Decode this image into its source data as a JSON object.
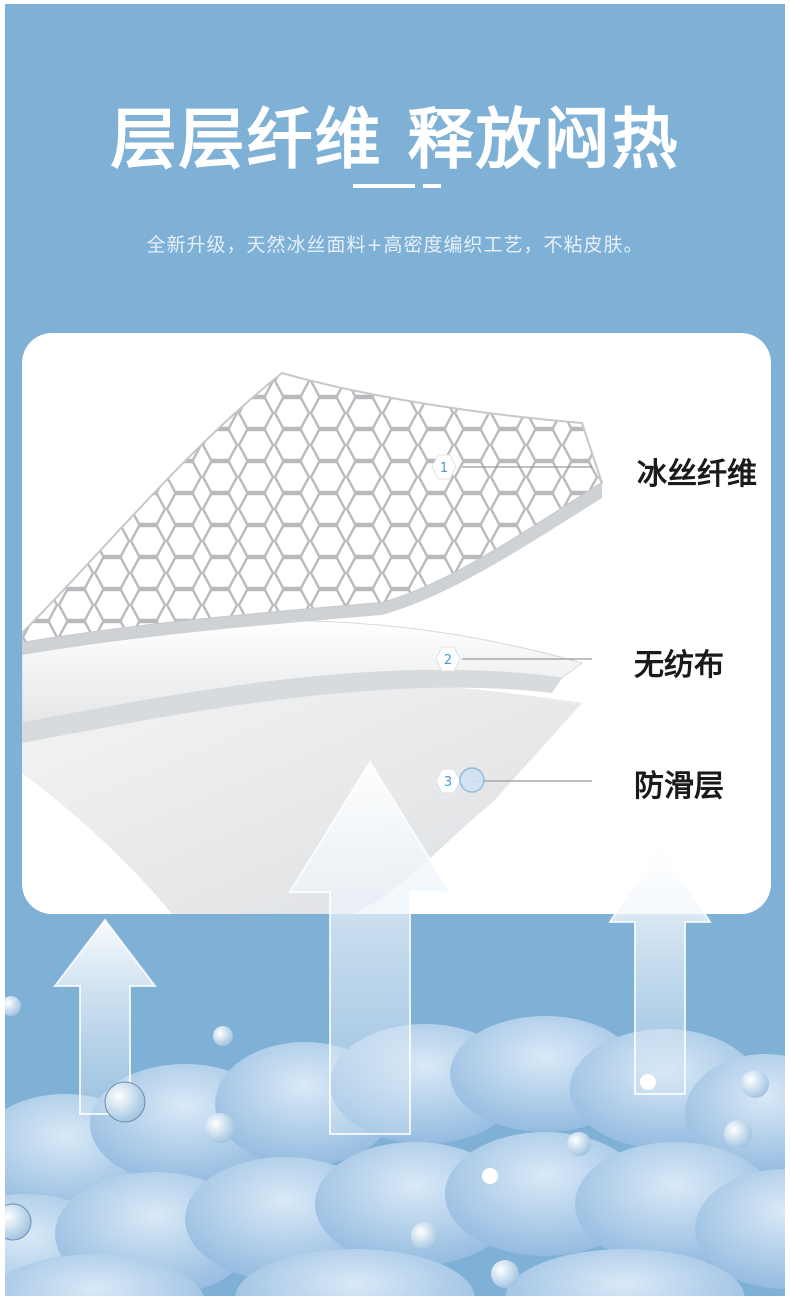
{
  "header": {
    "title": "层层纤维 释放闷热",
    "subtitle": "全新升级，天然冰丝面料+高密度编织工艺，不粘皮肤。"
  },
  "layers": [
    {
      "number": "1",
      "label": "冰丝纤维"
    },
    {
      "number": "2",
      "label": "无纺布"
    },
    {
      "number": "3",
      "label": "防滑层"
    }
  ],
  "colors": {
    "background": "#7fb0d6",
    "card": "#ffffff",
    "accent": "#4a9ad0",
    "fiber": "#a9cbe8"
  }
}
